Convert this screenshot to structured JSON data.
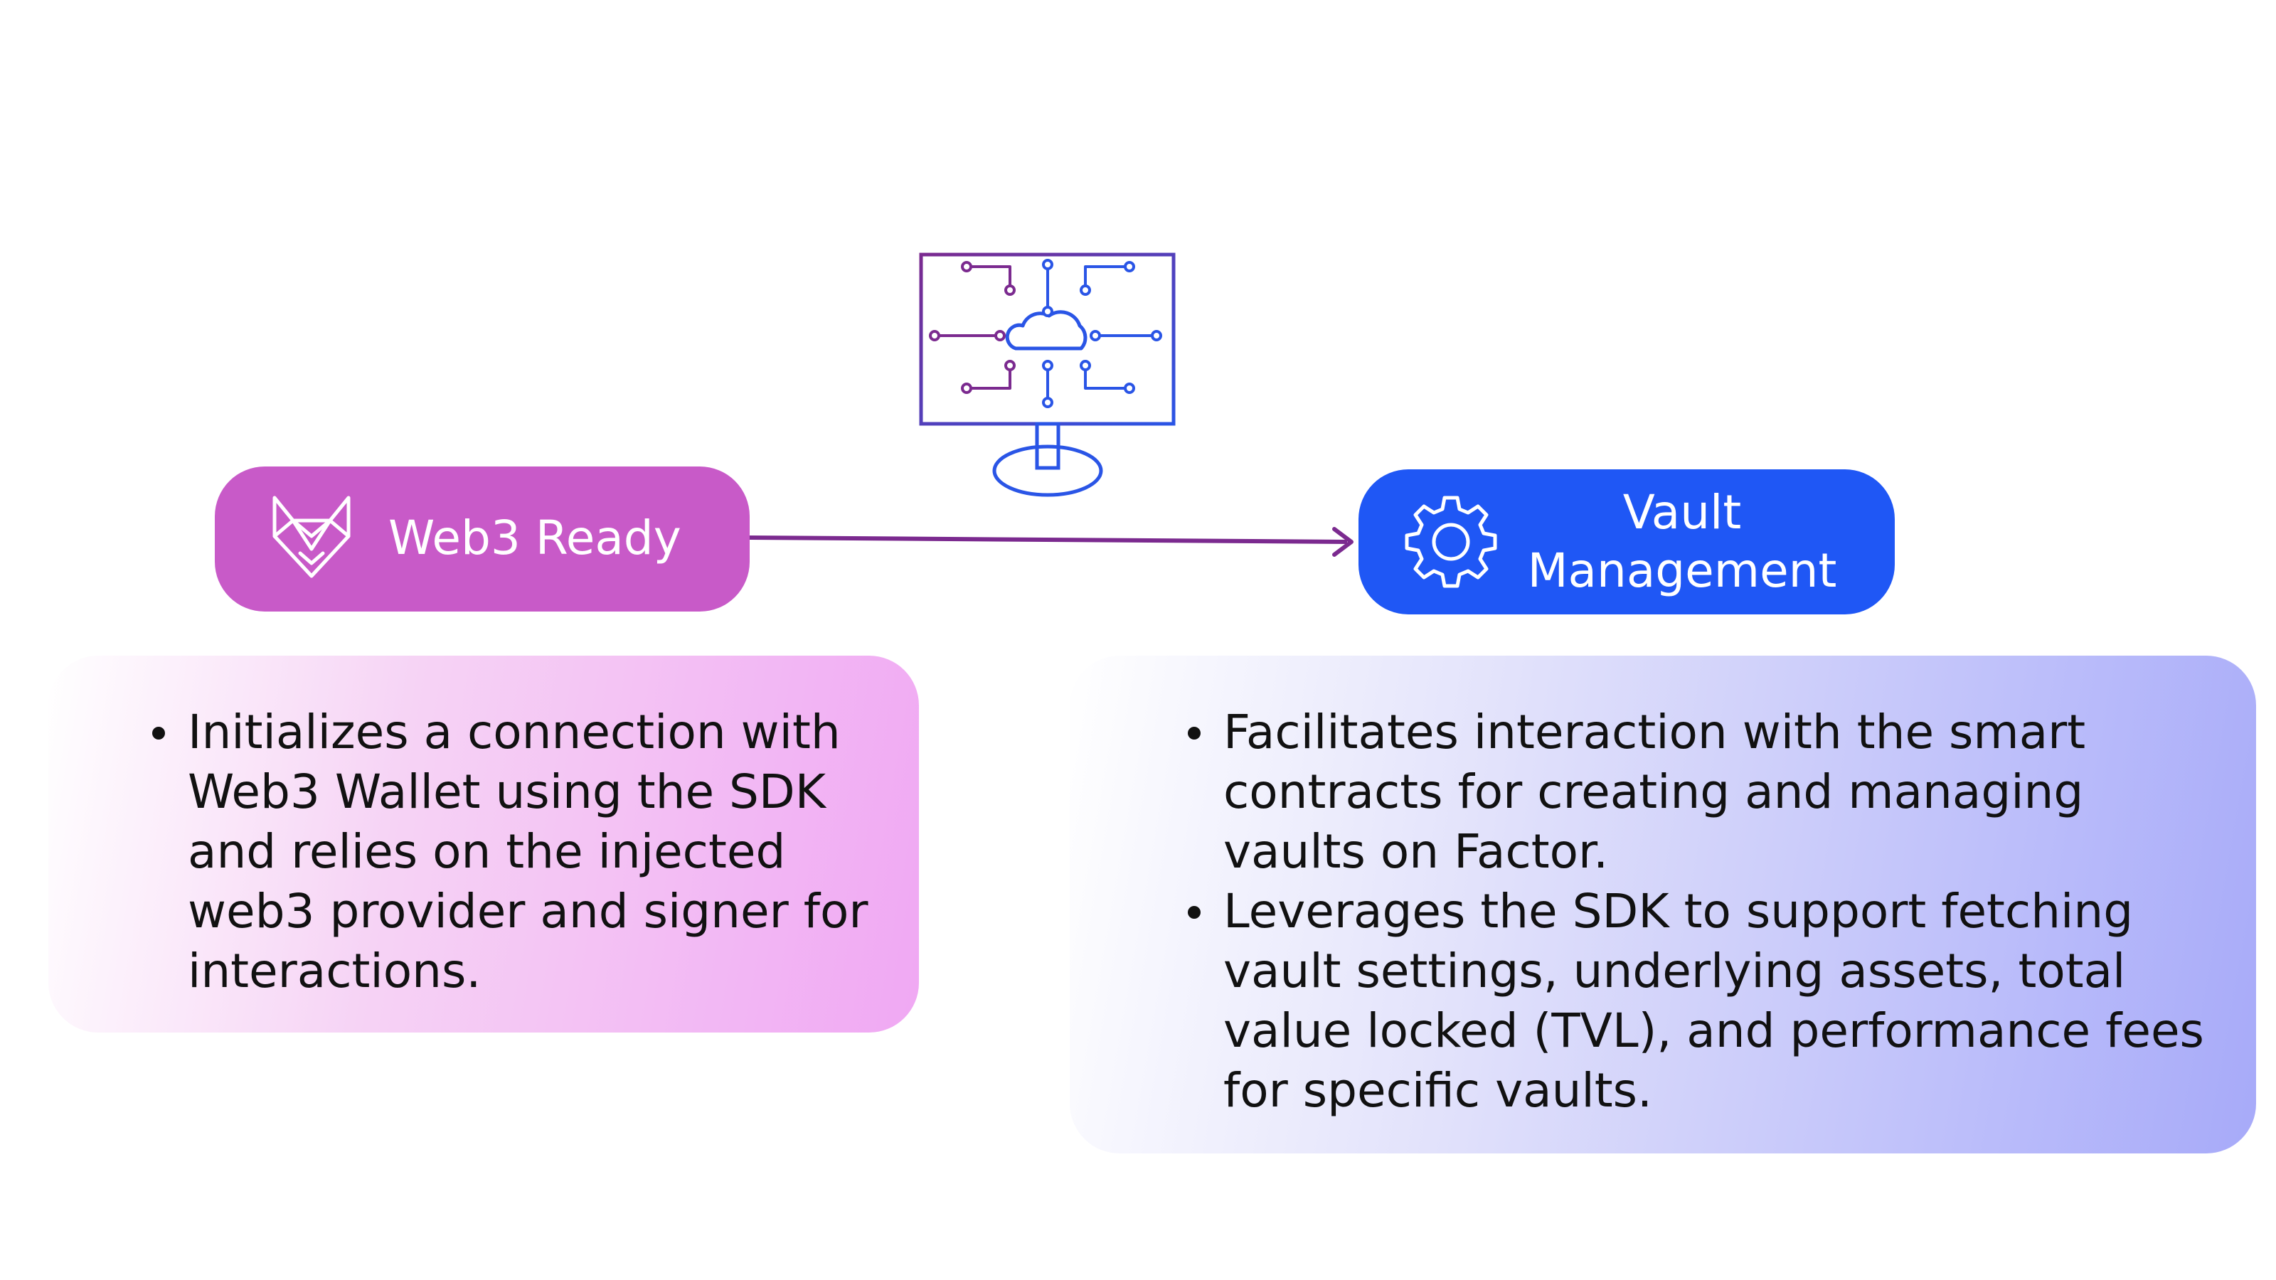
{
  "diagram": {
    "nodes": [
      {
        "id": "web3",
        "label": "Web3 Ready",
        "icon": "fox-icon",
        "color": "#c85ac8"
      },
      {
        "id": "vault",
        "label_lines": [
          "Vault",
          "Management"
        ],
        "icon": "gear-icon",
        "color": "#1f57f5"
      }
    ],
    "edges": [
      {
        "from": "web3",
        "to": "vault",
        "color": "#7b2a8f"
      }
    ],
    "central_icon": "monitor-cloud-circuit-icon"
  },
  "cards": {
    "web3": {
      "bullets": [
        "Initializes a connection with Web3 Wallet using the SDK and relies on the injected web3 provider and signer for interactions."
      ]
    },
    "vault": {
      "bullets": [
        "Facilitates interaction with the smart contracts for creating and managing vaults on Factor.",
        "Leverages the SDK to support fetching vault settings, underlying assets, total value locked (TVL), and performance fees for specific vaults."
      ]
    }
  }
}
